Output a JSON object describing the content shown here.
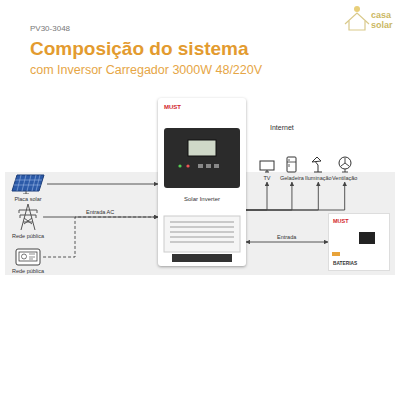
{
  "diagram": {
    "title": "Composição do sistema",
    "nodes": [
      {
        "text": [
          "Placa solar"
        ]
      },
      {
        "text": [
          "Rede pública"
        ]
      },
      {
        "text": [
          "Rede pública"
        ]
      },
      {
        "text": [
          "MUST",
          "Solar Inverter"
        ]
      },
      {
        "text": [
          "TV"
        ]
      },
      {
        "text": [
          "Geladeira"
        ]
      },
      {
        "text": [
          "Iluminação"
        ]
      },
      {
        "text": [
          "Ventilação"
        ]
      },
      {
        "text": [
          "MUST",
          "BATERIAS"
        ]
      }
    ],
    "edges": [
      {
        "from": 0,
        "to": 3,
        "arrow": "to"
      },
      {
        "from": 1,
        "to": 3,
        "label": "Entrada AC",
        "arrow": "to"
      },
      {
        "from": 2,
        "to": 3,
        "arrow": "to"
      },
      {
        "from": 3,
        "to": 4,
        "arrow": "to"
      },
      {
        "from": 3,
        "to": 5,
        "arrow": "to"
      },
      {
        "from": 3,
        "to": 6,
        "arrow": "to"
      },
      {
        "from": 3,
        "to": 7,
        "arrow": "to"
      },
      {
        "from": 3,
        "to": 8,
        "label": "Entrada",
        "arrow": "both"
      }
    ],
    "labels": [
      "PV30-3048",
      "com Inversor Carregador 3000W 48/220V",
      "Internet",
      "casa",
      "solar"
    ]
  }
}
